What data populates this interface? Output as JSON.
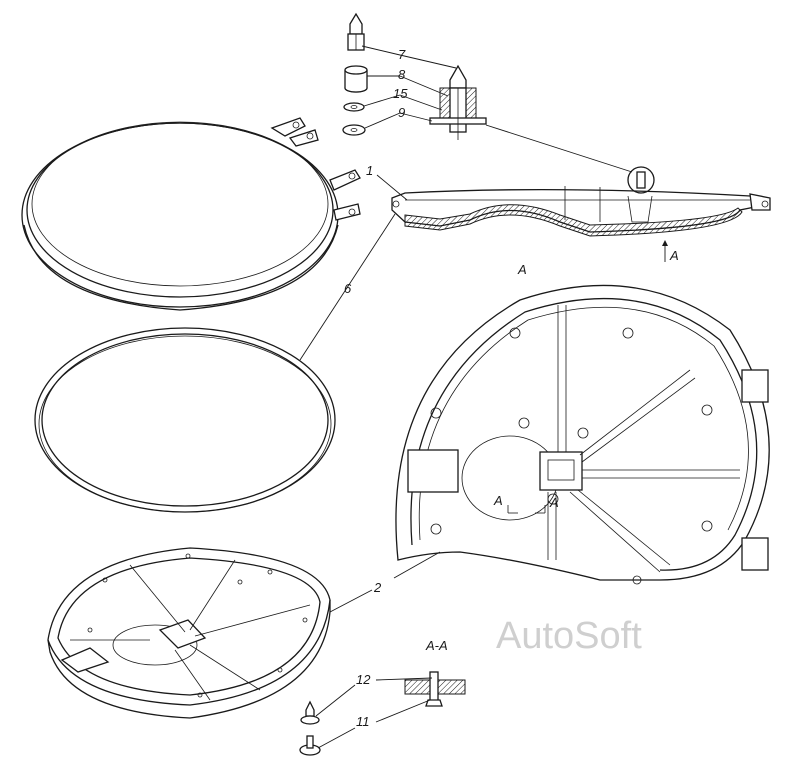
{
  "labels": {
    "l7": "7",
    "l8": "8",
    "l15": "15",
    "l9": "9",
    "l1": "1",
    "l6": "6",
    "l2": "2",
    "l12": "12",
    "l11": "11",
    "viewA_arrow": "A",
    "viewA_title": "A",
    "section_title": "A-A",
    "sec_left": "A",
    "sec_right": "A"
  },
  "watermark": "AutoSoft"
}
